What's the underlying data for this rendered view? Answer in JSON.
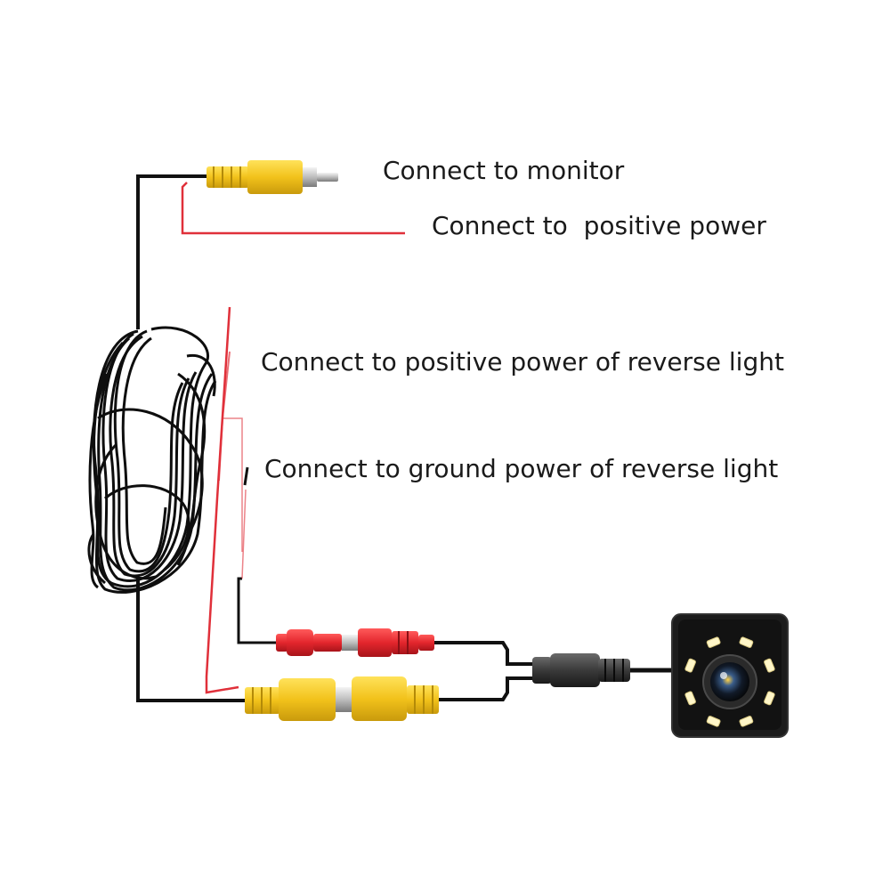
{
  "labels": {
    "monitor": "Connect to monitor",
    "positive_power": "Connect to  positive power",
    "reverse_positive": "Connect to positive power of reverse light",
    "reverse_ground": "Connect to ground power of reverse light"
  },
  "colors": {
    "cable": "#111111",
    "red_wire": "#e0303a",
    "yellow_connector": "#f2c21b",
    "red_connector": "#e3262d",
    "camera_body": "#1c1c1c",
    "led": "#fff6c8",
    "text": "#1a1a1a"
  },
  "camera": {
    "led_count": 8
  }
}
